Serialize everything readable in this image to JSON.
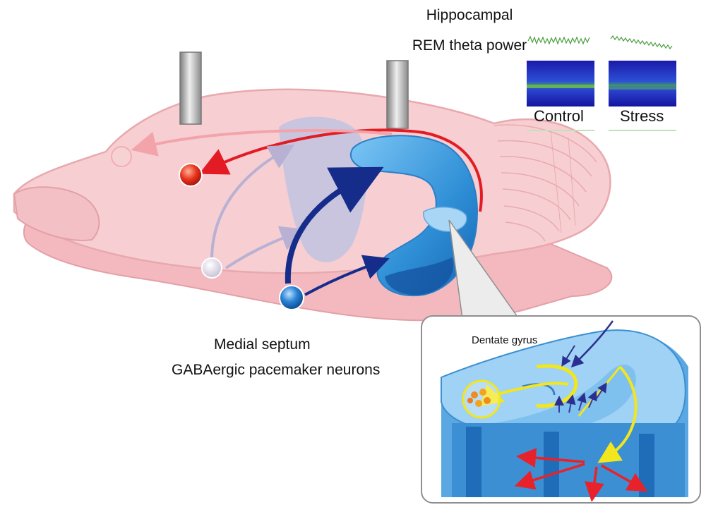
{
  "title": {
    "line1": "Hippocampal",
    "line2": "REM theta power"
  },
  "conditions": {
    "control": "Control",
    "stress": "Stress"
  },
  "septum": {
    "line1": "Medial septum",
    "line2": "GABAergic pacemaker neurons"
  },
  "inset": {
    "region_label": "Dentate gyrus"
  },
  "colors": {
    "brain_fill": "#f7cfd2",
    "brain_stroke": "#e8a9ae",
    "hippocampus": "#2f8fd6",
    "pacemaker_arrow": "#162c8a",
    "red_projection": "#e21b24",
    "yellow_path": "#f2e61e",
    "spectrogram": "#1f2ec4",
    "probe": "#9a9a9a"
  },
  "icons": {
    "probe_left": "electrode-probe-icon",
    "probe_right": "electrode-probe-icon",
    "septum_neuron": "blue-neuron-icon",
    "target_neuron": "red-neuron-icon",
    "inactive_neuron": "grey-neuron-icon"
  }
}
